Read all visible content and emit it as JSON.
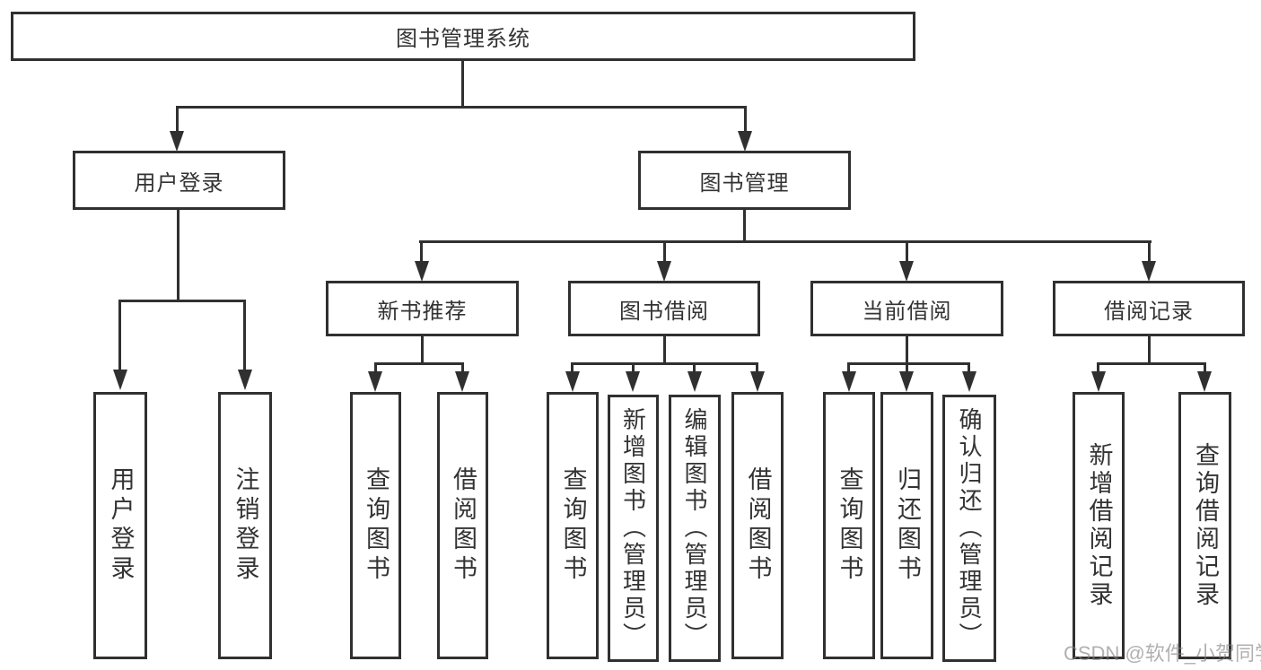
{
  "watermark": "CSDN @软件_小贺同学",
  "colors": {
    "line": "#303030",
    "text": "#333333",
    "background": "#ffffff",
    "watermark": "#a8a8a8"
  },
  "tree": {
    "root": {
      "label": "图书管理系统"
    },
    "user_login": {
      "label": "用户登录",
      "children": [
        {
          "label": "用户登录"
        },
        {
          "label": "注销登录"
        }
      ]
    },
    "book_mgmt": {
      "label": "图书管理",
      "children": [
        {
          "label": "新书推荐",
          "children": [
            {
              "label": "查询图书"
            },
            {
              "label": "借阅图书"
            }
          ]
        },
        {
          "label": "图书借阅",
          "children": [
            {
              "label": "查询图书"
            },
            {
              "label": "新增图书（管理员）"
            },
            {
              "label": "编辑图书（管理员）"
            },
            {
              "label": "借阅图书"
            }
          ]
        },
        {
          "label": "当前借阅",
          "children": [
            {
              "label": "查询图书"
            },
            {
              "label": "归还图书"
            },
            {
              "label": "确认归还（管理员）"
            }
          ]
        },
        {
          "label": "借阅记录",
          "children": [
            {
              "label": "新增借阅记录"
            },
            {
              "label": "查询借阅记录"
            }
          ]
        }
      ]
    }
  }
}
